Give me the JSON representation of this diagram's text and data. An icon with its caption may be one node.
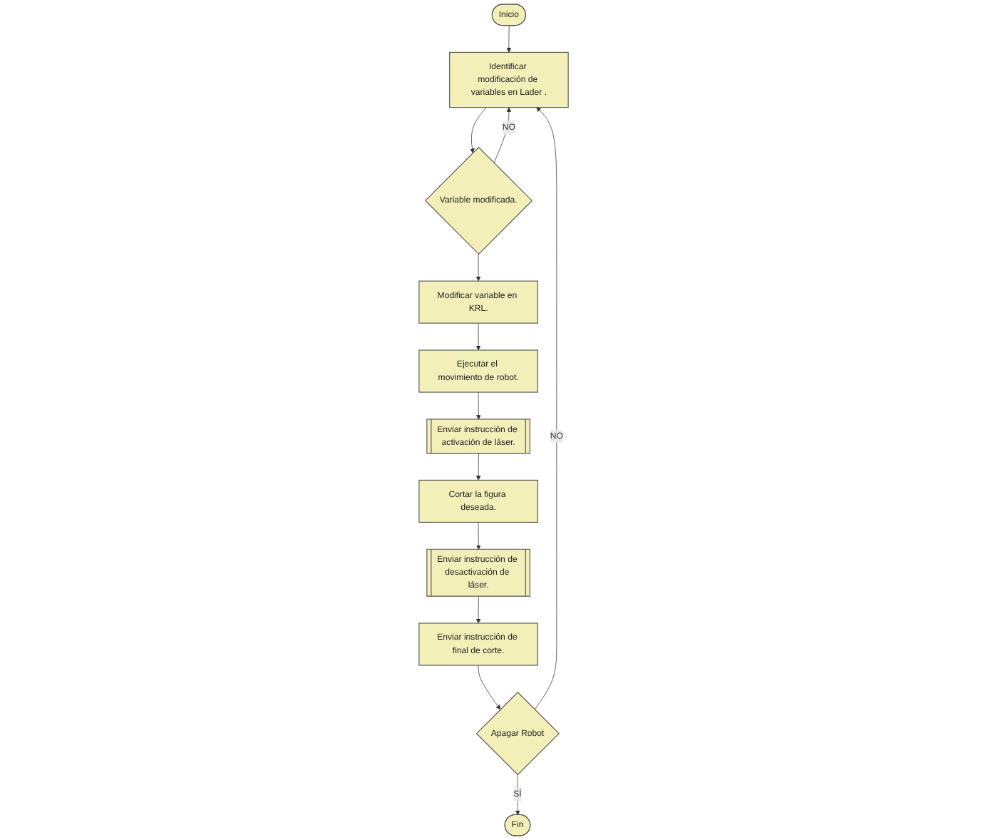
{
  "diagram": {
    "nodes": [
      {
        "text": [
          "Inicio"
        ]
      },
      {
        "text": [
          "Identificar modificación de variables en Lader ."
        ]
      },
      {
        "text": [
          "Variable modificada."
        ]
      },
      {
        "text": [
          "Modificar variable en KRL."
        ]
      },
      {
        "text": [
          "Ejecutar el movimiento de robot."
        ]
      },
      {
        "text": [
          "Enviar instrucción de activación de láser."
        ]
      },
      {
        "text": [
          "Cortar la figura deseada."
        ]
      },
      {
        "text": [
          "Enviar instrucción de desactivación de láser."
        ]
      },
      {
        "text": [
          "Enviar instrucción de final de corte."
        ]
      },
      {
        "text": [
          "Apagar Robot"
        ]
      },
      {
        "text": [
          "Fin"
        ]
      }
    ],
    "edges": [
      {
        "from": 0,
        "to": 1,
        "arrow": "to"
      },
      {
        "from": 1,
        "to": 2,
        "arrow": "to"
      },
      {
        "from": 2,
        "to": 1,
        "arrow": "to",
        "label": "NO"
      },
      {
        "from": 2,
        "to": 3,
        "arrow": "to"
      },
      {
        "from": 3,
        "to": 4,
        "arrow": "to"
      },
      {
        "from": 4,
        "to": 5,
        "arrow": "to"
      },
      {
        "from": 5,
        "to": 6,
        "arrow": "to"
      },
      {
        "from": 6,
        "to": 7,
        "arrow": "to"
      },
      {
        "from": 7,
        "to": 8,
        "arrow": "to"
      },
      {
        "from": 8,
        "to": 9,
        "arrow": "to"
      },
      {
        "from": 9,
        "to": 10,
        "arrow": "to",
        "label": "SÍ"
      },
      {
        "from": 9,
        "to": 1,
        "arrow": "to",
        "label": "NO"
      }
    ]
  }
}
